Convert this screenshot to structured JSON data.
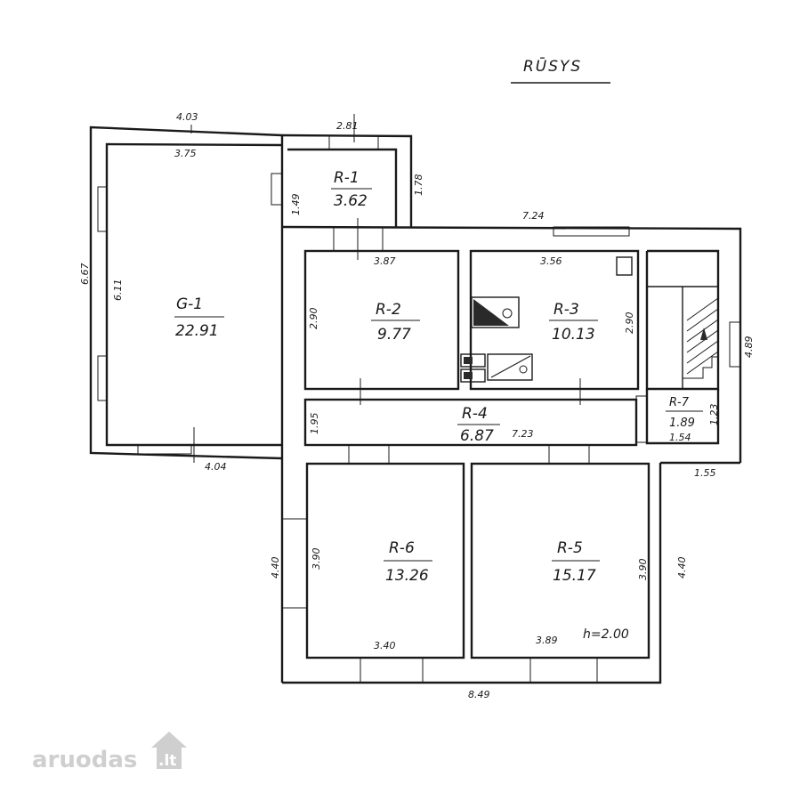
{
  "title": "RŪSYS",
  "rooms": [
    {
      "id": "G-1",
      "name": "G-1",
      "area": "22.91"
    },
    {
      "id": "R-1",
      "name": "R-1",
      "area": "3.62"
    },
    {
      "id": "R-2",
      "name": "R-2",
      "area": "9.77"
    },
    {
      "id": "R-3",
      "name": "R-3",
      "area": "10.13"
    },
    {
      "id": "R-4",
      "name": "R-4",
      "area": "6.87"
    },
    {
      "id": "R-5",
      "name": "R-5",
      "area": "15.17"
    },
    {
      "id": "R-6",
      "name": "R-6",
      "area": "13.26"
    },
    {
      "id": "R-7",
      "name": "R-7",
      "area": "1.89"
    }
  ],
  "dimensions": {
    "top_g1_outer": "4.03",
    "top_g1_inner": "3.75",
    "top_r1_outer": "2.81",
    "r1_height_inner": "1.49",
    "r1_height_outer": "1.78",
    "left_outer": "6.67",
    "left_inner": "6.11",
    "bottom_g1": "4.04",
    "top_right_outer": "7.24",
    "r2_width": "3.87",
    "r2_height": "2.90",
    "r3_width": "3.56",
    "r3_height": "2.90",
    "r4_height": "1.95",
    "r4_length": "7.23",
    "r7_height": "1.23",
    "r7_width": "1.54",
    "stair_outer": "4.89",
    "step_right": "1.55",
    "r6_left_outer": "4.40",
    "r6_left_inner": "3.90",
    "r6_width": "3.40",
    "r5_width": "3.89",
    "r5_height": "3.90",
    "right_outer": "4.40",
    "bottom_outer": "8.49",
    "ceiling_height": "h=2.00"
  },
  "watermark": {
    "brand": "aruodas",
    "suffix": ".lt"
  }
}
